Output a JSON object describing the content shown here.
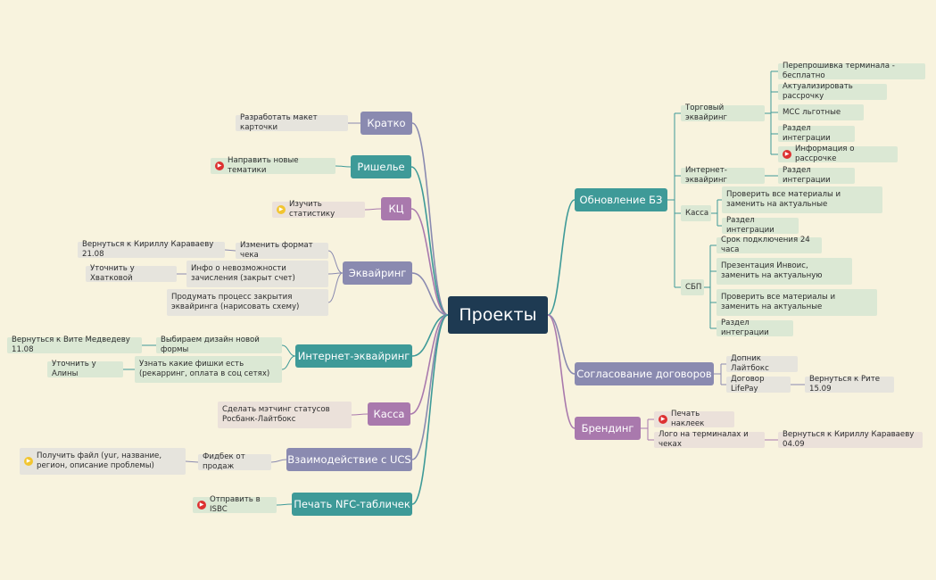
{
  "central": {
    "label": "Проекты"
  },
  "colors": {
    "purple": "#8a8ab0",
    "teal": "#3e9a98",
    "magenta": "#a979ad",
    "central": "#1e3a52",
    "background": "#f8f3de",
    "flag_red": "#dd3131",
    "flag_yellow": "#f2c530"
  },
  "left_branches": [
    {
      "label": "Кратко",
      "color": "purple",
      "items": [
        {
          "label": "Разработать макет карточки"
        }
      ]
    },
    {
      "label": "Ришелье",
      "color": "teal",
      "items": [
        {
          "label": "Направить новые тематики",
          "icon": "red-flag-icon"
        }
      ]
    },
    {
      "label": "КЦ",
      "color": "magenta",
      "items": [
        {
          "label": "Изучить статистику",
          "icon": "yellow-flag-icon"
        }
      ]
    },
    {
      "label": "Эквайринг",
      "color": "purple",
      "items": [
        {
          "label": "Изменить формат чека",
          "children": [
            {
              "label": "Вернуться к Кириллу Караваеву 21.08"
            }
          ]
        },
        {
          "label": "Инфо о невозможности зачисления (закрыт счет)",
          "children": [
            {
              "label": "Уточнить у Хватковой"
            }
          ]
        },
        {
          "label": "Продумать процесс закрытия эквайринга (нарисовать схему)"
        }
      ]
    },
    {
      "label": "Интернет-эквайринг",
      "color": "teal",
      "items": [
        {
          "label": "Выбираем дизайн новой формы",
          "children": [
            {
              "label": "Вернуться к Вите Медведеву 11.08"
            }
          ]
        },
        {
          "label": "Узнать какие фишки есть (рекарринг, оплата в соц сетях)",
          "children": [
            {
              "label": "Уточнить у Алины"
            }
          ]
        }
      ]
    },
    {
      "label": "Касса",
      "color": "magenta",
      "items": [
        {
          "label": "Сделать мэтчинг статусов Росбанк-Лайтбокс"
        }
      ]
    },
    {
      "label": "Взаимодействие с UCS",
      "color": "purple",
      "items": [
        {
          "label": "Фидбек от продаж",
          "children": [
            {
              "label": "Получить файл (yur, название, регион, описание проблемы)",
              "icon": "yellow-flag-icon"
            }
          ]
        }
      ]
    },
    {
      "label": "Печать NFC-табличек",
      "color": "teal",
      "items": [
        {
          "label": "Отправить в ISBC",
          "icon": "red-flag-icon"
        }
      ]
    }
  ],
  "right_branches": [
    {
      "label": "Обновление БЗ",
      "color": "teal",
      "items": [
        {
          "label": "Торговый эквайринг",
          "children": [
            {
              "label": "Перепрошивка терминала - бесплатно"
            },
            {
              "label": "Актуализировать рассрочку"
            },
            {
              "label": "МСС льготные"
            },
            {
              "label": "Раздел интеграции"
            },
            {
              "label": "Информация о рассрочке",
              "icon": "red-flag-icon"
            }
          ]
        },
        {
          "label": "Интернет-эквайринг",
          "children": [
            {
              "label": "Раздел интеграции"
            }
          ]
        },
        {
          "label": "Касса",
          "children": [
            {
              "label": "Проверить все материалы и заменить на актуальные"
            },
            {
              "label": "Раздел интеграции"
            }
          ]
        },
        {
          "label": "СБП",
          "children": [
            {
              "label": "Срок подключения 24 часа"
            },
            {
              "label": "Презентация Инвоис, заменить на актуальную"
            },
            {
              "label": "Проверить все материалы и заменить на актуальные"
            },
            {
              "label": "Раздел интеграции"
            }
          ]
        }
      ]
    },
    {
      "label": "Согласование договоров",
      "color": "purple",
      "items": [
        {
          "label": "Допник Лайтбокс"
        },
        {
          "label": "Договор LifePay",
          "children": [
            {
              "label": "Вернуться к Рите 15.09"
            }
          ]
        }
      ]
    },
    {
      "label": "Брендинг",
      "color": "magenta",
      "items": [
        {
          "label": "Печать наклеек",
          "icon": "red-flag-icon"
        },
        {
          "label": "Лого на терминалах и чеках",
          "children": [
            {
              "label": "Вернуться к Кириллу Караваеву 04.09"
            }
          ]
        }
      ]
    }
  ]
}
